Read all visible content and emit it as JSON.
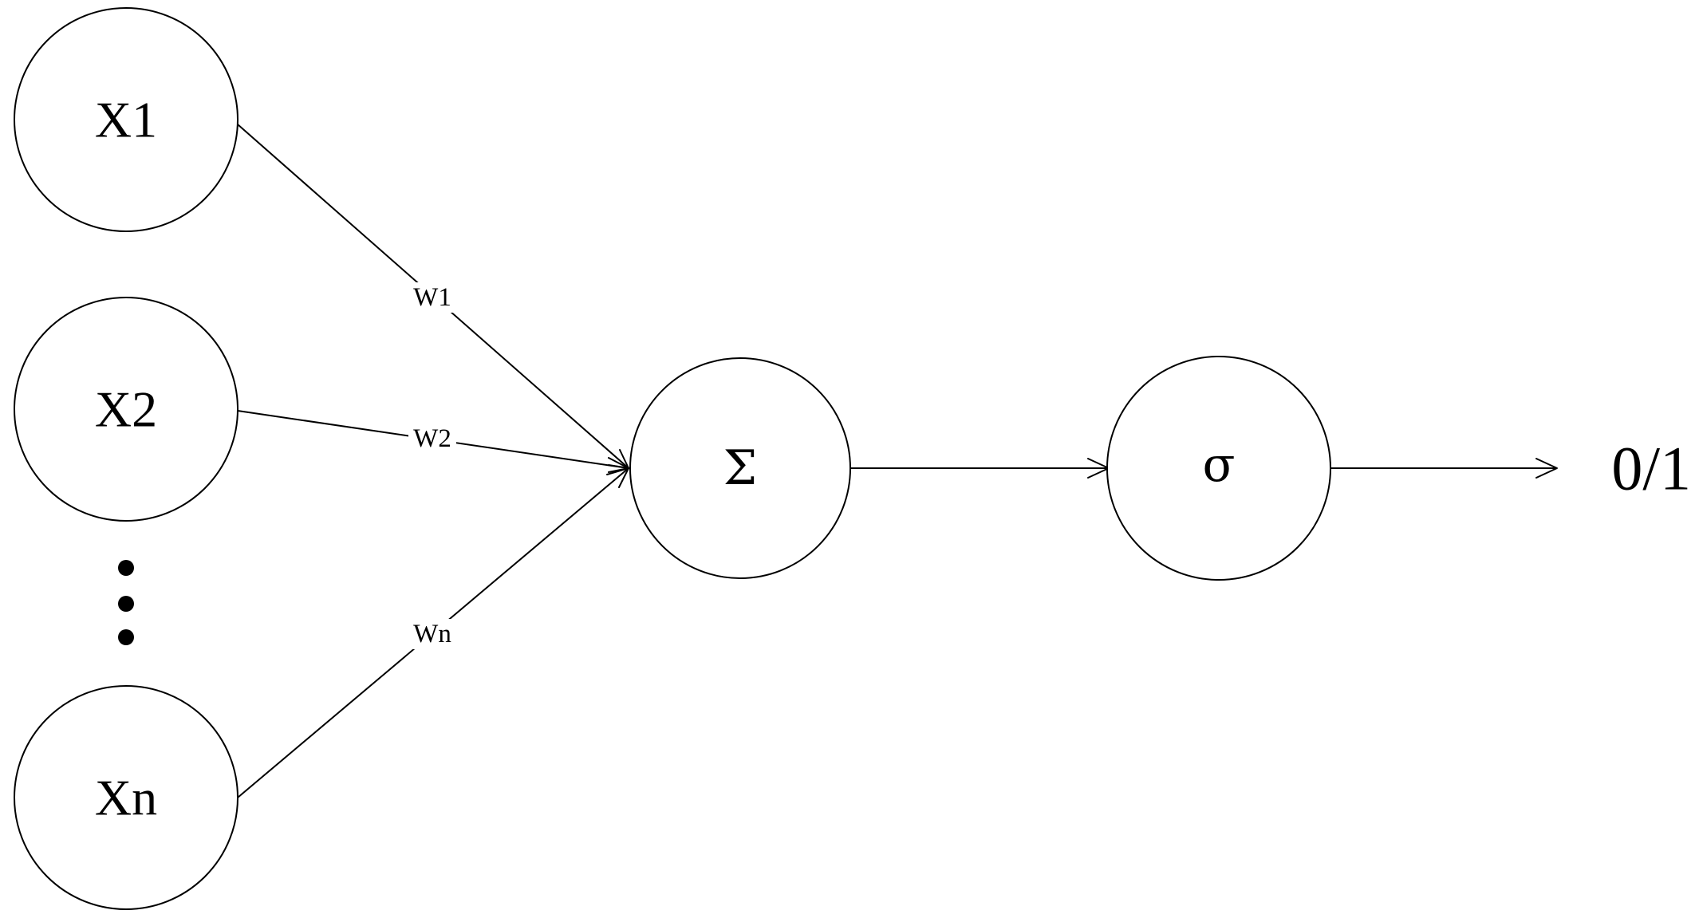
{
  "inputs": [
    {
      "label": "X1"
    },
    {
      "label": "X2"
    },
    {
      "label": "Xn"
    }
  ],
  "weights": [
    "W1",
    "W2",
    "Wn"
  ],
  "summation": {
    "symbol": "Σ"
  },
  "activation": {
    "symbol": "σ"
  },
  "output": {
    "label": "0/1"
  },
  "colors": {
    "stroke": "#000000",
    "background": "#ffffff"
  }
}
